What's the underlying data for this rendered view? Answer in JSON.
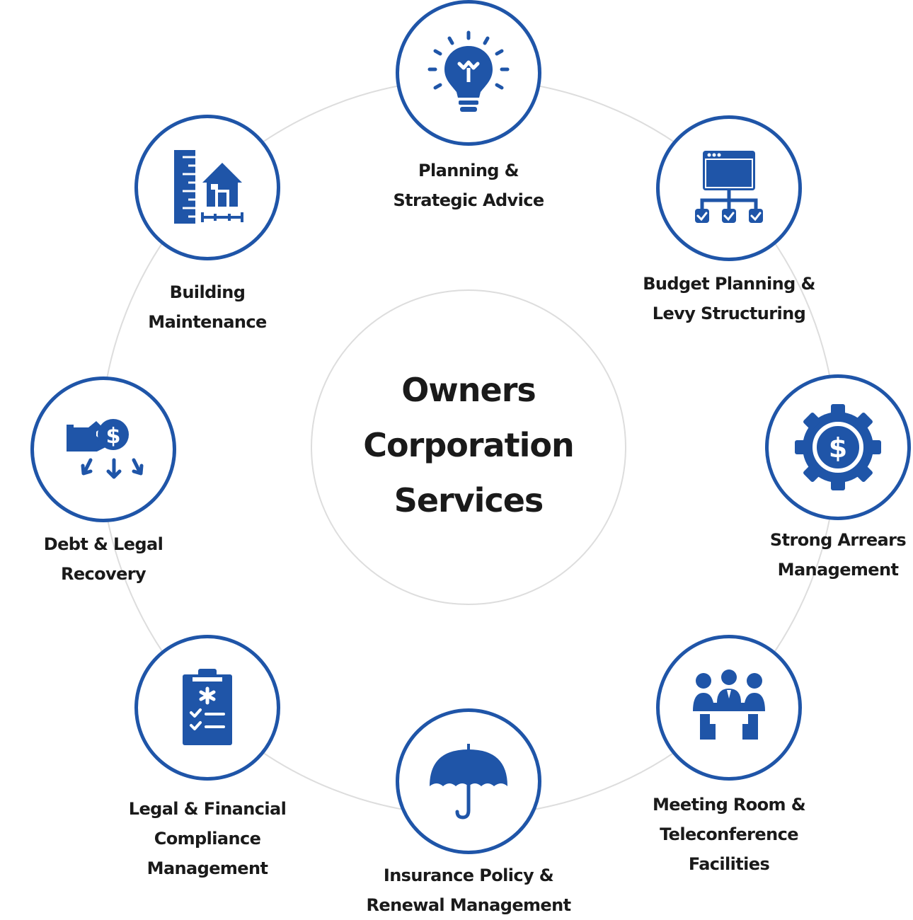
{
  "center": {
    "lines": [
      "Owners",
      "Corporation",
      "Services"
    ]
  },
  "colors": {
    "accent": "#1f55a8",
    "ring": "#dddddd",
    "text": "#1a1a1a"
  },
  "services": [
    {
      "id": "planning",
      "icon": "lightbulb-icon",
      "lines": [
        "Planning &",
        "Strategic Advice"
      ]
    },
    {
      "id": "budget",
      "icon": "flowchart-checklist-icon",
      "lines": [
        "Budget Planning &",
        "Levy Structuring"
      ]
    },
    {
      "id": "arrears",
      "icon": "dollar-gear-icon",
      "lines": [
        "Strong Arrears",
        "Management"
      ]
    },
    {
      "id": "meeting",
      "icon": "meeting-room-icon",
      "lines": [
        "Meeting Room &",
        "Teleconference",
        "Facilities"
      ]
    },
    {
      "id": "insurance",
      "icon": "umbrella-icon",
      "lines": [
        "Insurance Policy &",
        "Renewal Management"
      ]
    },
    {
      "id": "compliance",
      "icon": "clipboard-checklist-icon",
      "lines": [
        "Legal & Financial",
        "Compliance",
        "Management"
      ]
    },
    {
      "id": "debt",
      "icon": "hand-money-icon",
      "lines": [
        "Debt & Legal",
        "Recovery"
      ]
    },
    {
      "id": "building",
      "icon": "ruler-house-icon",
      "lines": [
        "Building",
        "Maintenance"
      ]
    }
  ]
}
